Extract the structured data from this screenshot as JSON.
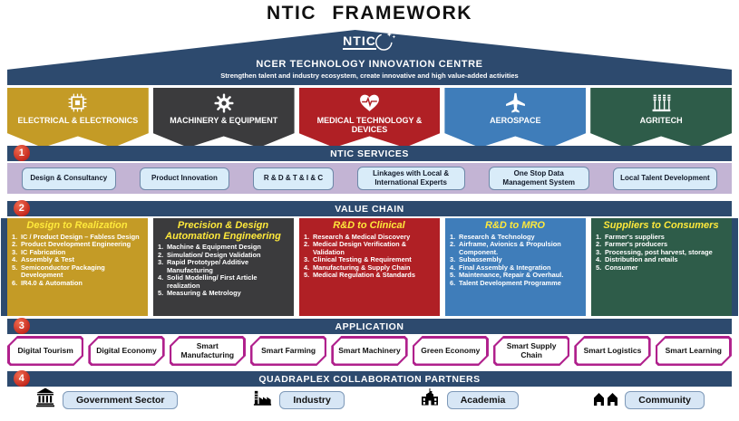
{
  "title": "NTIC  FRAMEWORK",
  "roof": {
    "logo_text": "NTIC",
    "name": "NCER TECHNOLOGY INNOVATION CENTRE",
    "tagline": "Strengthen talent and industry  ecosystem, create innovative and high value-added activities"
  },
  "sectors": [
    {
      "label": "ELECTRICAL & ELECTRONICS",
      "icon": "chip-icon",
      "color": "#c49b26"
    },
    {
      "label": "MACHINERY & EQUIPMENT",
      "icon": "gear-icon",
      "color": "#3b3b3d"
    },
    {
      "label": "MEDICAL TECHNOLOGY & DEVICES",
      "icon": "heart-pulse-icon",
      "color": "#b02025"
    },
    {
      "label": "AEROSPACE",
      "icon": "airplane-icon",
      "color": "#3f7dba"
    },
    {
      "label": "AGRITECH",
      "icon": "wheat-icon",
      "color": "#2e5c49"
    }
  ],
  "bands": {
    "services": {
      "number": "1",
      "label": "NTIC SERVICES"
    },
    "value_chain": {
      "number": "2",
      "label": "VALUE CHAIN"
    },
    "application": {
      "number": "3",
      "label": "APPLICATION"
    },
    "partners": {
      "number": "4",
      "label": "QUADRAPLEX COLLABORATION PARTNERS"
    }
  },
  "services": [
    "Design & Consultancy",
    "Product Innovation",
    "R & D & T & I & C",
    "Linkages with Local & International Experts",
    "One Stop Data Management System",
    "Local Talent Development"
  ],
  "value_chain": {
    "columns": [
      {
        "title": "Design to Realization",
        "color": "#c49b26",
        "items": [
          "IC / Product Design – Fabless Design",
          "Product Development Engineering",
          "IC Fabrication",
          "Assembly & Test",
          "Semiconductor Packaging Development",
          "IR4.0 & Automation"
        ]
      },
      {
        "title": "Precision & Design Automation Engineering",
        "color": "#3b3b3d",
        "items": [
          "Machine & Equipment Design",
          "Simulation/ Design Validation",
          "Rapid Prototype/ Additive Manufacturing",
          "Solid Modelling/ First Article realization",
          "Measuring & Metrology"
        ]
      },
      {
        "title": "R&D to Clinical",
        "color": "#b02025",
        "items": [
          "Research & Medical Discovery",
          "Medical Design Verification & Validation",
          "Clinical Testing & Requirement",
          "Manufacturing & Supply Chain",
          "Medical Regulation & Standards"
        ]
      },
      {
        "title": "R&D to MRO",
        "color": "#3f7dba",
        "items": [
          "Research & Technology",
          "Airframe, Avionics & Propulsion Component.",
          "Subassembly",
          "Final Assembly & Integration",
          "Maintenance, Repair & Overhaul.",
          "Talent Development Programme"
        ]
      },
      {
        "title": "Suppliers to Consumers",
        "color": "#2e5c49",
        "items": [
          "Farmer's suppliers",
          "Farmer's producers",
          "Processing, post harvest, storage",
          "Distribution and retails",
          "Consumer"
        ]
      }
    ]
  },
  "applications": [
    "Digital Tourism",
    "Digital Economy",
    "Smart Manufacturing",
    "Smart Farming",
    "Smart Machinery",
    "Green Economy",
    "Smart Supply Chain",
    "Smart Logistics",
    "Smart Learning"
  ],
  "partners": [
    {
      "label": "Government Sector",
      "icon": "government-building-icon"
    },
    {
      "label": "Industry",
      "icon": "factory-icon"
    },
    {
      "label": "Academia",
      "icon": "school-icon"
    },
    {
      "label": "Community",
      "icon": "houses-icon"
    }
  ],
  "colors": {
    "navy": "#2d4a6e",
    "gold": "#c49b26",
    "charcoal": "#3b3b3d",
    "red": "#b02025",
    "blue": "#3f7dba",
    "green": "#2e5c49",
    "lavender": "#c3b4d4",
    "service_box": "#d9ecf9",
    "magenta_border": "#b0208c",
    "badge_red": "#d63125",
    "title_yellow": "#ffe93b"
  }
}
